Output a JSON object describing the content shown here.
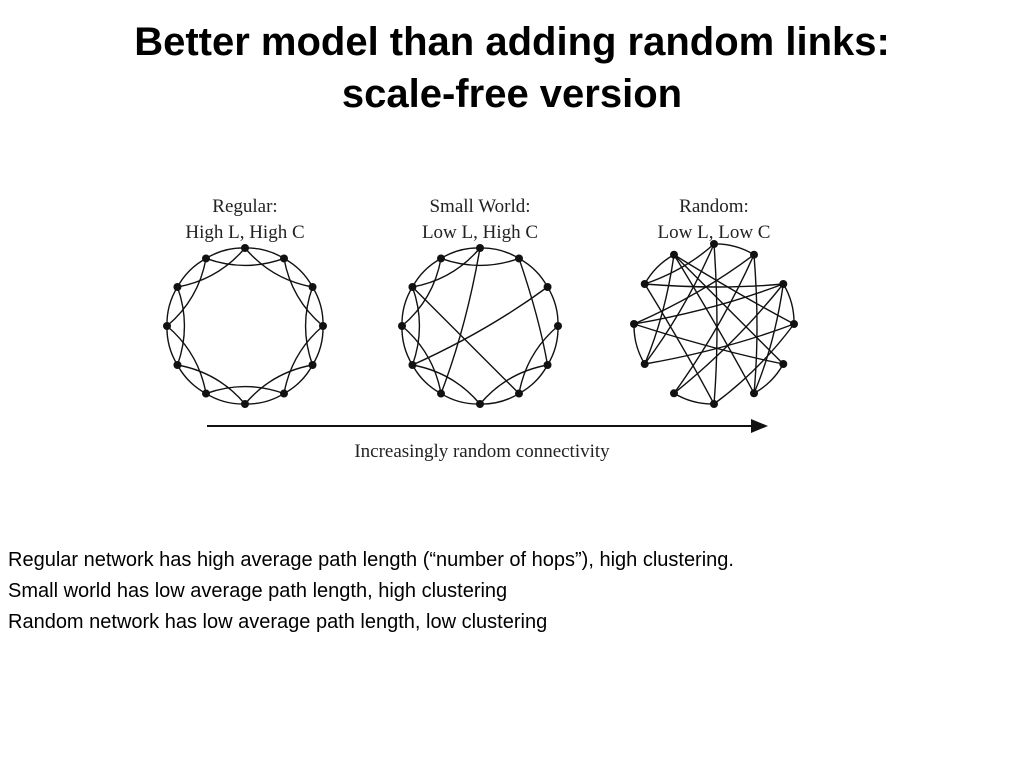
{
  "slide": {
    "title_line1": "Better model than adding random links:",
    "title_line2": "scale-free version"
  },
  "figure": {
    "networks": [
      {
        "label": "Regular:",
        "sublabel": "High L, High C",
        "kind": "regular"
      },
      {
        "label": "Small World:",
        "sublabel": "Low L, High C",
        "kind": "small-world"
      },
      {
        "label": "Random:",
        "sublabel": "Low L, Low C",
        "kind": "random"
      }
    ],
    "node_count": 12,
    "arrow_label": "Increasingly random connectivity"
  },
  "body": {
    "lines": [
      "Regular network has high average path length (“number of hops”), high clustering.",
      "Small world has low average path length, high clustering",
      "Random network has low average path length, low clustering"
    ]
  },
  "colors": {
    "ink": "#111111",
    "text": "#000000",
    "background": "#ffffff"
  }
}
